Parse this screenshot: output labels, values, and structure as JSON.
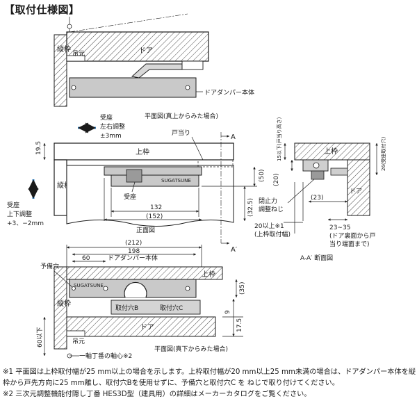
{
  "title": "【取付仕様図】",
  "labels": {
    "tatewaku": "縦枠",
    "tsurimoto": "吊元",
    "door": "ドア",
    "damper_body": "ドアダンパー本体",
    "plan_top": "平面図(真上からみた場合)",
    "plan_bottom": "平面図(真下からみた場合)",
    "front_view": "正面図",
    "section_view": "A-A′ 断面図",
    "uwawaku": "上枠",
    "todari": "戸当り",
    "ukeza": "受座",
    "lr_adjust_l1": "受座",
    "lr_adjust_l2": "左右調整",
    "lr_adjust_l3": "±3mm",
    "ud_adjust_l1": "受座",
    "ud_adjust_l2": "上下調整",
    "ud_adjust_l3": "+3、−2mm",
    "closing_force_l1": "閉止力",
    "closing_force_l2": "調整ねじ",
    "yobi_ana": "予備穴",
    "toritsuke_b": "取付穴B",
    "toritsuke_c": "取付穴C",
    "hinge_axis": "一軸丁番の軸心※2",
    "section_a": "A",
    "section_a_prime": "A′",
    "mounting_width_l1": "20以上※1",
    "mounting_width_l2": "(上枠取付幅)",
    "door_gap_l1": "23∼35",
    "door_gap_l2": "(ドア裏面から戸",
    "door_gap_l3": "当り端面まで)",
    "ukeza_hole": "26(受座取付穴)",
    "overlap": "15以下(戸当り高さ)",
    "brand_mark": "SUGATSUNE"
  },
  "dimensions": {
    "d19_5": "19.5",
    "d132": "132",
    "d152": "(152)",
    "d32_5": "(32.5)",
    "d50": "(50)",
    "d212": "(212)",
    "d198": "198",
    "d60": "60",
    "d35": "(35)",
    "d9": "9",
    "d17_5": "17.5",
    "d60_below": "60以下",
    "d20": "(20)",
    "d23": "(23)"
  },
  "notes": [
    "※1 平面図は上枠取付幅が25 mm以上の場合を示します。上枠取付幅が20 mm以上25 mm未満の場合は、ドアダンパー本体を縦枠から戸先方向に25 mm離し、取付穴Bを使用せずに、予備穴と取付穴C を ねじで取り付けてください。",
    "※2 三次元調整機能付隠し丁番 HES3D型（建具用）の詳細はメーカーカタログをご覧ください。"
  ]
}
